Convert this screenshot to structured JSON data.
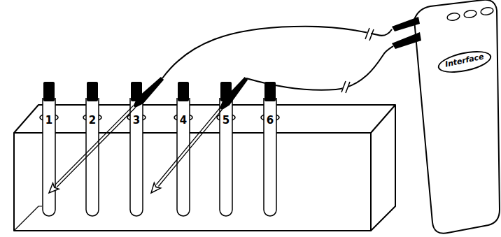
{
  "diagram": {
    "nodes": [
      {
        "text": [
          "Interface"
        ]
      }
    ],
    "labels": [
      "1",
      "2",
      "3",
      "4",
      "5",
      "6"
    ]
  }
}
